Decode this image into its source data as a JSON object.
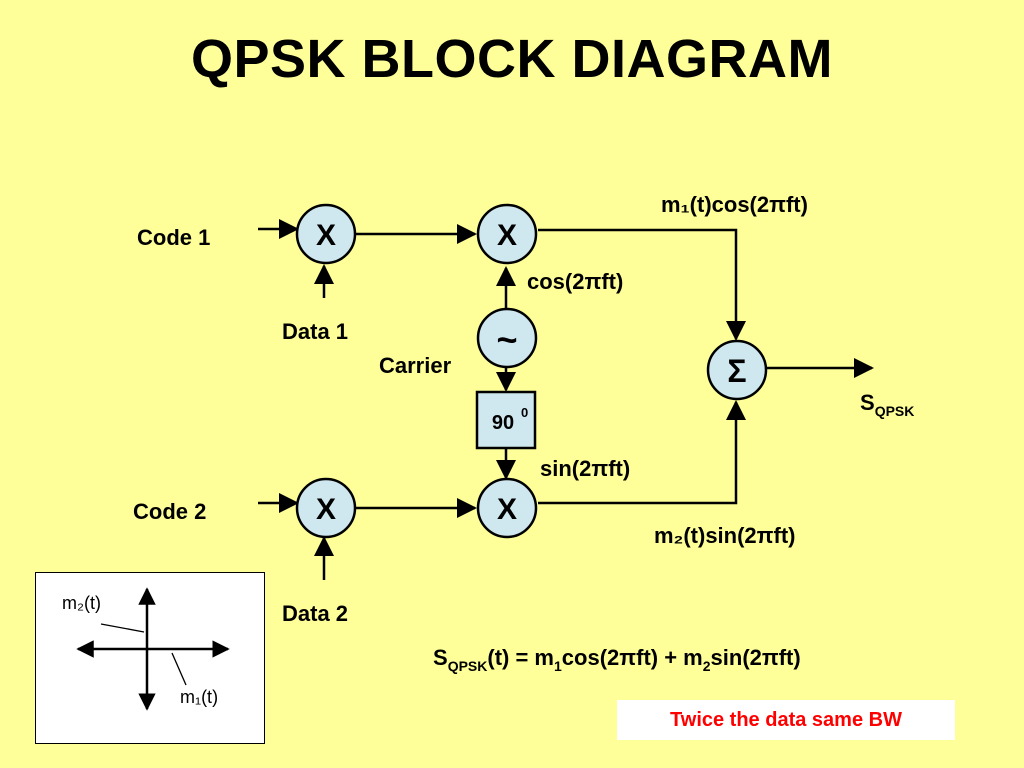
{
  "title": "QPSK BLOCK DIAGRAM",
  "labels": {
    "code1": "Code 1",
    "code2": "Code 2",
    "data1": "Data 1",
    "data2": "Data 2",
    "carrier": "Carrier",
    "cos_carrier": "cos(2πft)",
    "sin_carrier": "sin(2πft)",
    "upper_output": "m₁(t)cos(2πft)",
    "lower_output": "m₂(t)sin(2πft)",
    "output": "S",
    "output_sub": "QPSK"
  },
  "nodes": {
    "multiplier_symbol": "X",
    "oscillator_symbol": "~",
    "summer_symbol": "Σ",
    "phase_shift": "90",
    "phase_shift_sup": "0"
  },
  "equation": {
    "s": "S",
    "s_sub": "QPSK",
    "rest_a": "(t) = m",
    "sub1": "1",
    "rest_b": "cos(2πft) + m",
    "sub2": "2",
    "rest_c": "sin(2πft)"
  },
  "inset": {
    "m2_label": "m₂(t)",
    "m1_label": "m₁(t)"
  },
  "note": "Twice the data same BW",
  "colors": {
    "background": "#ffff99",
    "node_fill": "#cfe8f0",
    "note_text": "#ff0000"
  }
}
